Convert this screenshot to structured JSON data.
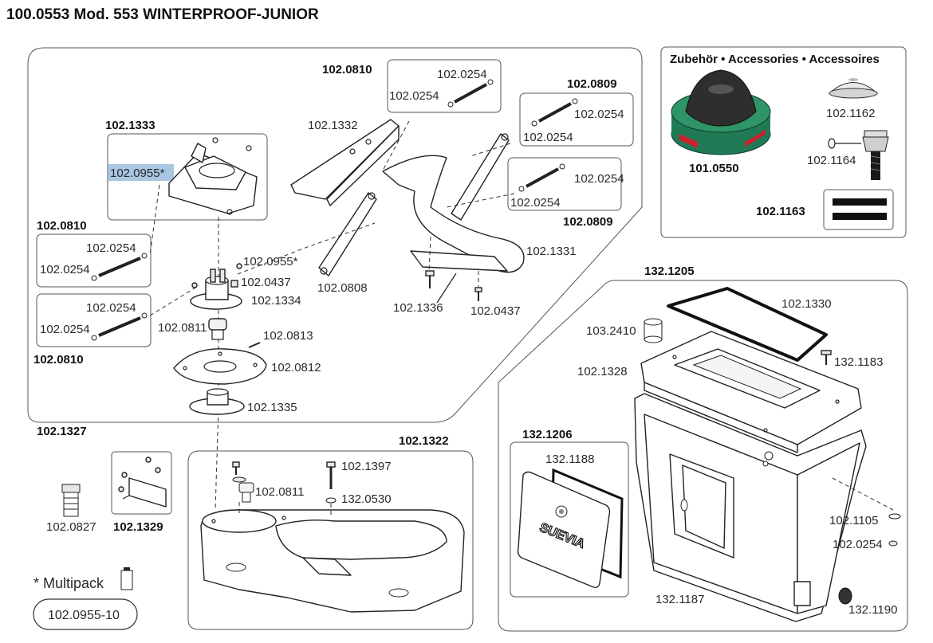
{
  "title": "100.0553 Mod. 553 WINTERPROOF-JUNIOR",
  "accessories": {
    "title": "Zubehör • Accessories • Accessoires",
    "items": [
      "101.0550",
      "102.1162",
      "102.1164",
      "102.1163"
    ]
  },
  "multipack": {
    "label": "* Multipack",
    "code": "102.0955-10"
  },
  "groups": {
    "g_102_0810_top": "102.0810",
    "g_102_0809_a": "102.0809",
    "g_102_0809_b": "102.0809",
    "g_102_1333": "102.1333",
    "g_102_0810_a": "102.0810",
    "g_102_0810_b": "102.0810",
    "g_102_1327": "102.1327",
    "g_102_1322": "102.1322",
    "g_132_1205": "132.1205",
    "g_132_1206": "132.1206",
    "g_102_1329": "102.1329"
  },
  "parts": {
    "p_0254_t1": "102.0254",
    "p_0254_t2": "102.0254",
    "p_1332": "102.1332",
    "p_0254_r1": "102.0254",
    "p_0254_r2": "102.0254",
    "p_0254_r3": "102.0254",
    "p_0254_r4": "102.0254",
    "p_0955_hl": "102.0955*",
    "p_0254_l1": "102.0254",
    "p_0254_l2": "102.0254",
    "p_0254_l3": "102.0254",
    "p_0254_l4": "102.0254",
    "p_0955": "102.0955*",
    "p_0437_a": "102.0437",
    "p_1334": "102.1334",
    "p_0811_a": "102.0811",
    "p_0813": "102.0813",
    "p_0812": "102.0812",
    "p_1335": "102.1335",
    "p_0808": "102.0808",
    "p_1336": "102.1336",
    "p_0437_b": "102.0437",
    "p_1331": "102.1331",
    "p_1330": "102.1330",
    "p_2410": "103.2410",
    "p_1183": "132.1183",
    "p_1328": "102.1328",
    "p_1188": "132.1188",
    "p_1397": "102.1397",
    "p_0811_b": "102.0811",
    "p_0530": "132.0530",
    "p_0827": "102.0827",
    "p_1105": "102.1105",
    "p_0254_c": "102.0254",
    "p_1187": "132.1187",
    "p_1190": "132.1190",
    "p_suevia": "SUEVIA"
  },
  "colors": {
    "highlight": "#a9c6e2",
    "accessory_green": "#1f7a55",
    "accessory_red": "#c8232c"
  }
}
